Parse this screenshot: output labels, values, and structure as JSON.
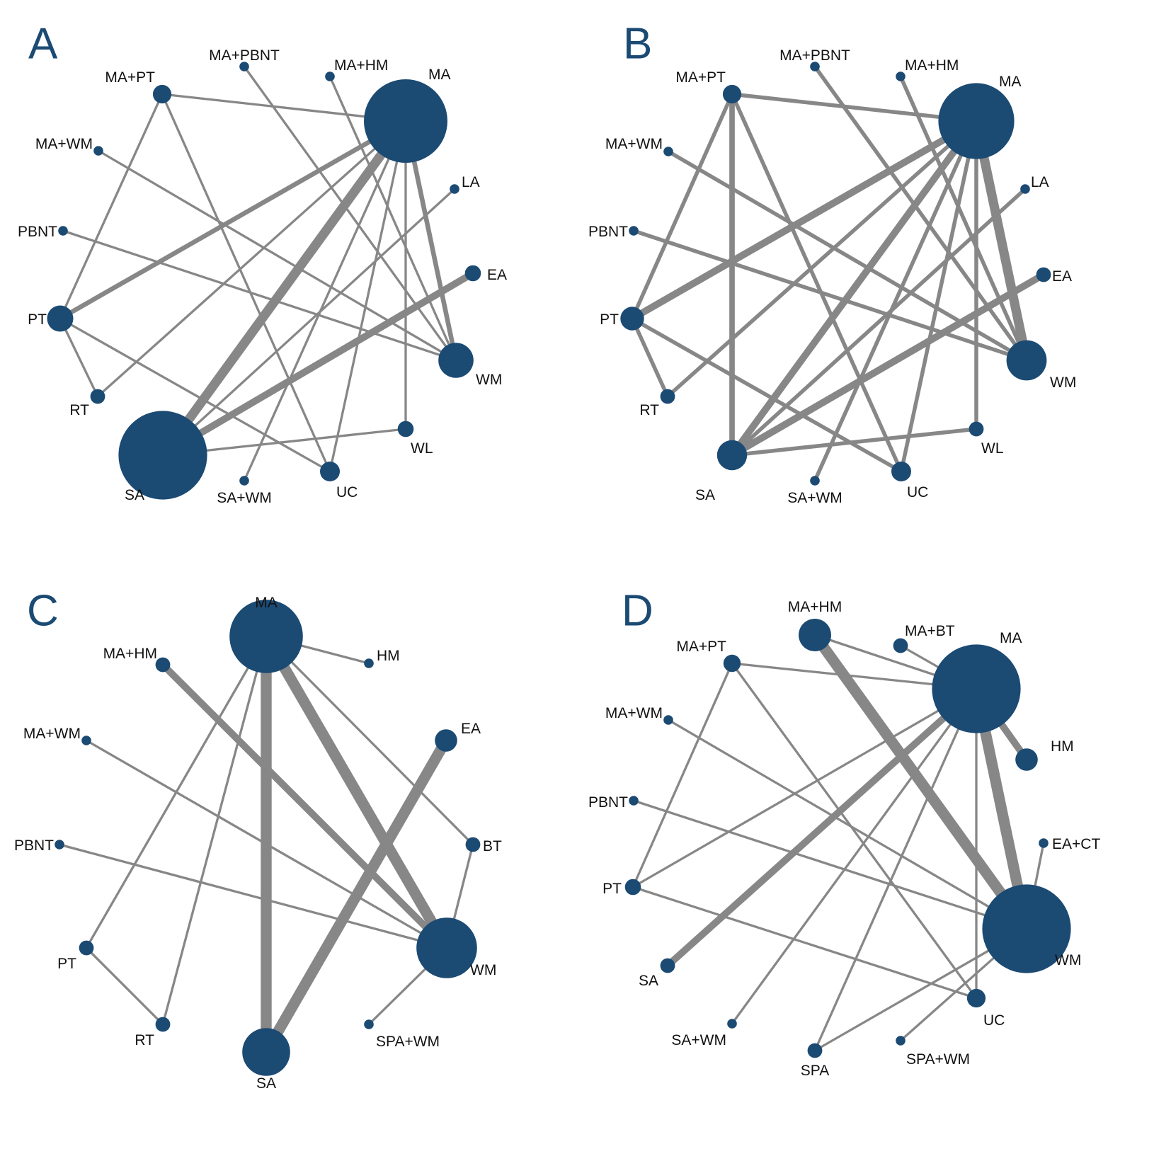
{
  "colors": {
    "node": "#1b4a73",
    "edge": "#878787",
    "panel_letter": "#1b4a73",
    "label": "#111111"
  },
  "panels": [
    {
      "letter": "A",
      "nodes": [
        {
          "id": "MA",
          "label": "MA",
          "size": 3
        },
        {
          "id": "MA+HM",
          "label": "MA+HM",
          "size": 0.1
        },
        {
          "id": "MA+PBNT",
          "label": "MA+PBNT",
          "size": 0.1
        },
        {
          "id": "MA+PT",
          "label": "MA+PT",
          "size": 0.45
        },
        {
          "id": "MA+WM",
          "label": "MA+WM",
          "size": 0.1
        },
        {
          "id": "PBNT",
          "label": "PBNT",
          "size": 0.1
        },
        {
          "id": "PT",
          "label": "PT",
          "size": 0.75
        },
        {
          "id": "RT",
          "label": "RT",
          "size": 0.3
        },
        {
          "id": "SA",
          "label": "SA",
          "size": 3.2
        },
        {
          "id": "SA+WM",
          "label": "SA+WM",
          "size": 0.1
        },
        {
          "id": "UC",
          "label": "UC",
          "size": 0.5
        },
        {
          "id": "WL",
          "label": "WL",
          "size": 0.35
        },
        {
          "id": "WM",
          "label": "WM",
          "size": 1.1
        },
        {
          "id": "EA",
          "label": "EA",
          "size": 0.35
        },
        {
          "id": "LA",
          "label": "LA",
          "size": 0.1
        }
      ],
      "edges": [
        {
          "a": "MA",
          "b": "SA",
          "w": 6
        },
        {
          "a": "MA",
          "b": "PT",
          "w": 3
        },
        {
          "a": "MA",
          "b": "WM",
          "w": 3
        },
        {
          "a": "SA",
          "b": "EA",
          "w": 4.5
        },
        {
          "a": "MA",
          "b": "MA+PT",
          "w": 1.5
        },
        {
          "a": "MA",
          "b": "RT",
          "w": 1.5
        },
        {
          "a": "MA",
          "b": "SA+WM",
          "w": 1.5
        },
        {
          "a": "MA",
          "b": "UC",
          "w": 1.5
        },
        {
          "a": "MA",
          "b": "WL",
          "w": 1.5
        },
        {
          "a": "MA+PT",
          "b": "PT",
          "w": 1.5
        },
        {
          "a": "MA+PT",
          "b": "UC",
          "w": 1.5
        },
        {
          "a": "MA+PBNT",
          "b": "WM",
          "w": 1.5
        },
        {
          "a": "MA+HM",
          "b": "WM",
          "w": 1.5
        },
        {
          "a": "MA+WM",
          "b": "WM",
          "w": 1.5
        },
        {
          "a": "PBNT",
          "b": "WM",
          "w": 1.5
        },
        {
          "a": "PT",
          "b": "RT",
          "w": 1.5
        },
        {
          "a": "PT",
          "b": "UC",
          "w": 1.5
        },
        {
          "a": "SA",
          "b": "WL",
          "w": 1.5
        },
        {
          "a": "LA",
          "b": "SA",
          "w": 1.5
        }
      ]
    },
    {
      "letter": "B",
      "nodes": [
        {
          "id": "MA",
          "label": "MA",
          "size": 2.7
        },
        {
          "id": "MA+HM",
          "label": "MA+HM",
          "size": 0.1
        },
        {
          "id": "MA+PBNT",
          "label": "MA+PBNT",
          "size": 0.1
        },
        {
          "id": "MA+PT",
          "label": "MA+PT",
          "size": 0.45
        },
        {
          "id": "MA+WM",
          "label": "MA+WM",
          "size": 0.1
        },
        {
          "id": "PBNT",
          "label": "PBNT",
          "size": 0.1
        },
        {
          "id": "PT",
          "label": "PT",
          "size": 0.65
        },
        {
          "id": "RT",
          "label": "RT",
          "size": 0.3
        },
        {
          "id": "SA",
          "label": "SA",
          "size": 0.9
        },
        {
          "id": "SA+WM",
          "label": "SA+WM",
          "size": 0.1
        },
        {
          "id": "UC",
          "label": "UC",
          "size": 0.5
        },
        {
          "id": "WL",
          "label": "WL",
          "size": 0.3
        },
        {
          "id": "WM",
          "label": "WM",
          "size": 1.3
        },
        {
          "id": "EA",
          "label": "EA",
          "size": 0.3
        },
        {
          "id": "LA",
          "label": "LA",
          "size": 0.1
        }
      ],
      "edges": [
        {
          "a": "MA",
          "b": "WM",
          "w": 6
        },
        {
          "a": "MA",
          "b": "PT",
          "w": 4.5
        },
        {
          "a": "MA",
          "b": "SA",
          "w": 4.5
        },
        {
          "a": "SA",
          "b": "EA",
          "w": 4.5
        },
        {
          "a": "MA",
          "b": "MA+PT",
          "w": 2.5
        },
        {
          "a": "MA",
          "b": "RT",
          "w": 2.5
        },
        {
          "a": "MA",
          "b": "SA+WM",
          "w": 2.5
        },
        {
          "a": "MA",
          "b": "UC",
          "w": 2.5
        },
        {
          "a": "MA",
          "b": "WL",
          "w": 2.5
        },
        {
          "a": "MA+PT",
          "b": "PT",
          "w": 2.5
        },
        {
          "a": "MA+PT",
          "b": "UC",
          "w": 2.5
        },
        {
          "a": "MA+PT",
          "b": "SA",
          "w": 3.5
        },
        {
          "a": "MA+PBNT",
          "b": "WM",
          "w": 2.5
        },
        {
          "a": "MA+HM",
          "b": "WM",
          "w": 2.5
        },
        {
          "a": "MA+WM",
          "b": "WM",
          "w": 2.5
        },
        {
          "a": "PBNT",
          "b": "WM",
          "w": 2.5
        },
        {
          "a": "PT",
          "b": "RT",
          "w": 2.5
        },
        {
          "a": "PT",
          "b": "UC",
          "w": 2.5
        },
        {
          "a": "SA",
          "b": "WL",
          "w": 2.5
        },
        {
          "a": "LA",
          "b": "SA",
          "w": 2.5
        }
      ]
    },
    {
      "letter": "C",
      "nodes": [
        {
          "id": "MA",
          "label": "MA",
          "size": 2.6
        },
        {
          "id": "HM",
          "label": "HM",
          "size": 0.1
        },
        {
          "id": "MA+HM",
          "label": "MA+HM",
          "size": 0.3
        },
        {
          "id": "MA+WM",
          "label": "MA+WM",
          "size": 0.1
        },
        {
          "id": "PBNT",
          "label": "PBNT",
          "size": 0.1
        },
        {
          "id": "PT",
          "label": "PT",
          "size": 0.3
        },
        {
          "id": "RT",
          "label": "RT",
          "size": 0.3
        },
        {
          "id": "SA",
          "label": "SA",
          "size": 1.6
        },
        {
          "id": "SPA+WM",
          "label": "SPA+WM",
          "size": 0.1
        },
        {
          "id": "WM",
          "label": "WM",
          "size": 2.1
        },
        {
          "id": "BT",
          "label": "BT",
          "size": 0.3
        },
        {
          "id": "EA",
          "label": "EA",
          "size": 0.6
        }
      ],
      "edges": [
        {
          "a": "MA",
          "b": "SA",
          "w": 7
        },
        {
          "a": "MA",
          "b": "WM",
          "w": 7
        },
        {
          "a": "SA",
          "b": "EA",
          "w": 7
        },
        {
          "a": "MA+HM",
          "b": "WM",
          "w": 4.5
        },
        {
          "a": "MA",
          "b": "HM",
          "w": 1.5
        },
        {
          "a": "MA",
          "b": "BT",
          "w": 1.5
        },
        {
          "a": "MA",
          "b": "PT",
          "w": 1.5
        },
        {
          "a": "MA",
          "b": "RT",
          "w": 1.5
        },
        {
          "a": "MA+WM",
          "b": "WM",
          "w": 1.5
        },
        {
          "a": "PBNT",
          "b": "WM",
          "w": 1.5
        },
        {
          "a": "PT",
          "b": "RT",
          "w": 1.5
        },
        {
          "a": "BT",
          "b": "WM",
          "w": 1.5
        },
        {
          "a": "WM",
          "b": "SPA+WM",
          "w": 1.5
        }
      ]
    },
    {
      "letter": "D",
      "nodes": [
        {
          "id": "MA",
          "label": "MA",
          "size": 3.2
        },
        {
          "id": "MA+BT",
          "label": "MA+BT",
          "size": 0.3
        },
        {
          "id": "MA+HM",
          "label": "MA+HM",
          "size": 1
        },
        {
          "id": "MA+PT",
          "label": "MA+PT",
          "size": 0.4
        },
        {
          "id": "MA+WM",
          "label": "MA+WM",
          "size": 0.1
        },
        {
          "id": "PBNT",
          "label": "PBNT",
          "size": 0.1
        },
        {
          "id": "PT",
          "label": "PT",
          "size": 0.35
        },
        {
          "id": "SA",
          "label": "SA",
          "size": 0.3
        },
        {
          "id": "SA+WM",
          "label": "SA+WM",
          "size": 0.1
        },
        {
          "id": "SPA",
          "label": "SPA",
          "size": 0.3
        },
        {
          "id": "SPA+WM",
          "label": "SPA+WM",
          "size": 0.1
        },
        {
          "id": "UC",
          "label": "UC",
          "size": 0.45
        },
        {
          "id": "WM",
          "label": "WM",
          "size": 3.2
        },
        {
          "id": "EA+CT",
          "label": "EA+CT",
          "size": 0.1
        },
        {
          "id": "HM",
          "label": "HM",
          "size": 0.6
        }
      ],
      "edges": [
        {
          "a": "MA+HM",
          "b": "WM",
          "w": 7
        },
        {
          "a": "MA",
          "b": "WM",
          "w": 7
        },
        {
          "a": "MA",
          "b": "HM",
          "w": 4.5
        },
        {
          "a": "MA",
          "b": "SA",
          "w": 4.5
        },
        {
          "a": "MA+HM",
          "b": "MA",
          "w": 1.5
        },
        {
          "a": "MA+BT",
          "b": "MA",
          "w": 1.5
        },
        {
          "a": "MA+PT",
          "b": "MA",
          "w": 1.5
        },
        {
          "a": "MA+PT",
          "b": "PT",
          "w": 1.5
        },
        {
          "a": "MA+PT",
          "b": "UC",
          "w": 1.5
        },
        {
          "a": "MA+WM",
          "b": "WM",
          "w": 1.5
        },
        {
          "a": "PBNT",
          "b": "WM",
          "w": 1.5
        },
        {
          "a": "PT",
          "b": "MA",
          "w": 1.5
        },
        {
          "a": "PT",
          "b": "UC",
          "w": 1.5
        },
        {
          "a": "SA+WM",
          "b": "MA",
          "w": 1.5
        },
        {
          "a": "SPA",
          "b": "MA",
          "w": 1.5
        },
        {
          "a": "SPA",
          "b": "WM",
          "w": 1.5
        },
        {
          "a": "SPA+WM",
          "b": "WM",
          "w": 1.5
        },
        {
          "a": "MA",
          "b": "UC",
          "w": 1.5
        },
        {
          "a": "EA+CT",
          "b": "WM",
          "w": 1.5
        }
      ]
    }
  ]
}
